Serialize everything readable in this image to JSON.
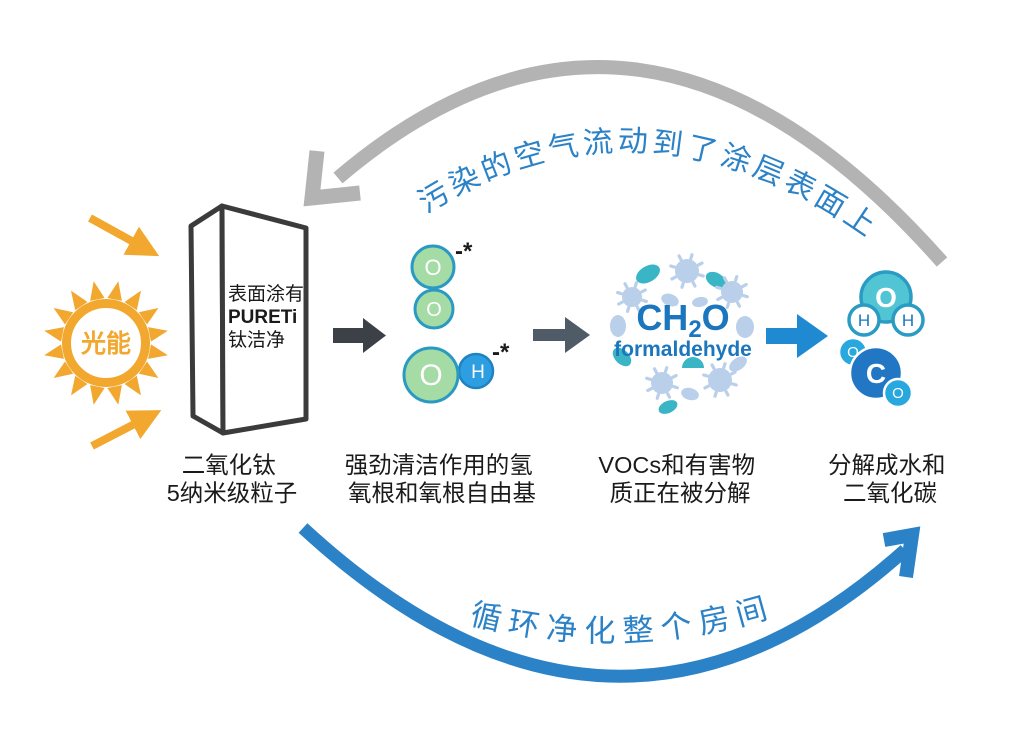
{
  "top_arc": {
    "label": "污染的空气流动到了涂层表面上"
  },
  "bottom_arc": {
    "label": "循环净化整个房间"
  },
  "sun": {
    "label": "光能"
  },
  "panel": {
    "line1": "表面涂有",
    "line2": "PURETi",
    "line3": "钛洁净"
  },
  "stages": [
    {
      "caption_line1": "二氧化钛",
      "caption_line2": "5纳米级粒子"
    },
    {
      "caption_line1": "强劲清洁作用的氢",
      "caption_line2": "氧根和氧根自由基"
    },
    {
      "caption_line1": "VOCs和有害物",
      "caption_line2": "质正在被分解"
    },
    {
      "caption_line1": "分解成水和",
      "caption_line2": "二氧化碳"
    }
  ],
  "radicals": {
    "o1": "O",
    "o2": "O",
    "o3": "O",
    "h": "H",
    "charge1": "-*",
    "charge2": "-*"
  },
  "formaldehyde": {
    "formula_pre": "CH",
    "formula_sub": "2",
    "formula_post": "O",
    "name": "formaldehyde"
  },
  "water": {
    "o": "O",
    "h_left": "H",
    "h_right": "H"
  },
  "co2": {
    "c": "C",
    "o_top": "O",
    "o_bottom": "O"
  },
  "colors": {
    "accent_blue": "#2B82C7",
    "arc_gray": "#B3B3B3",
    "sun_orange": "#F2A72E",
    "radical_green": "#A5DBA5",
    "radical_teal_stroke": "#2A9AC2",
    "hydrogen_blue": "#2D9EE2",
    "water_teal": "#52C5D5",
    "co2_blue": "#2277C4",
    "co2_light_blue": "#29A8E0",
    "particle_teal": "#3AB5C6",
    "particle_light": "#B9CFEA",
    "dark_arrow": "#3B4147",
    "slate_arrow": "#4F5B66",
    "blue_arrow": "#1F8AD1",
    "formula_blue": "#1B76BD",
    "text_black": "#1A1A1A"
  }
}
